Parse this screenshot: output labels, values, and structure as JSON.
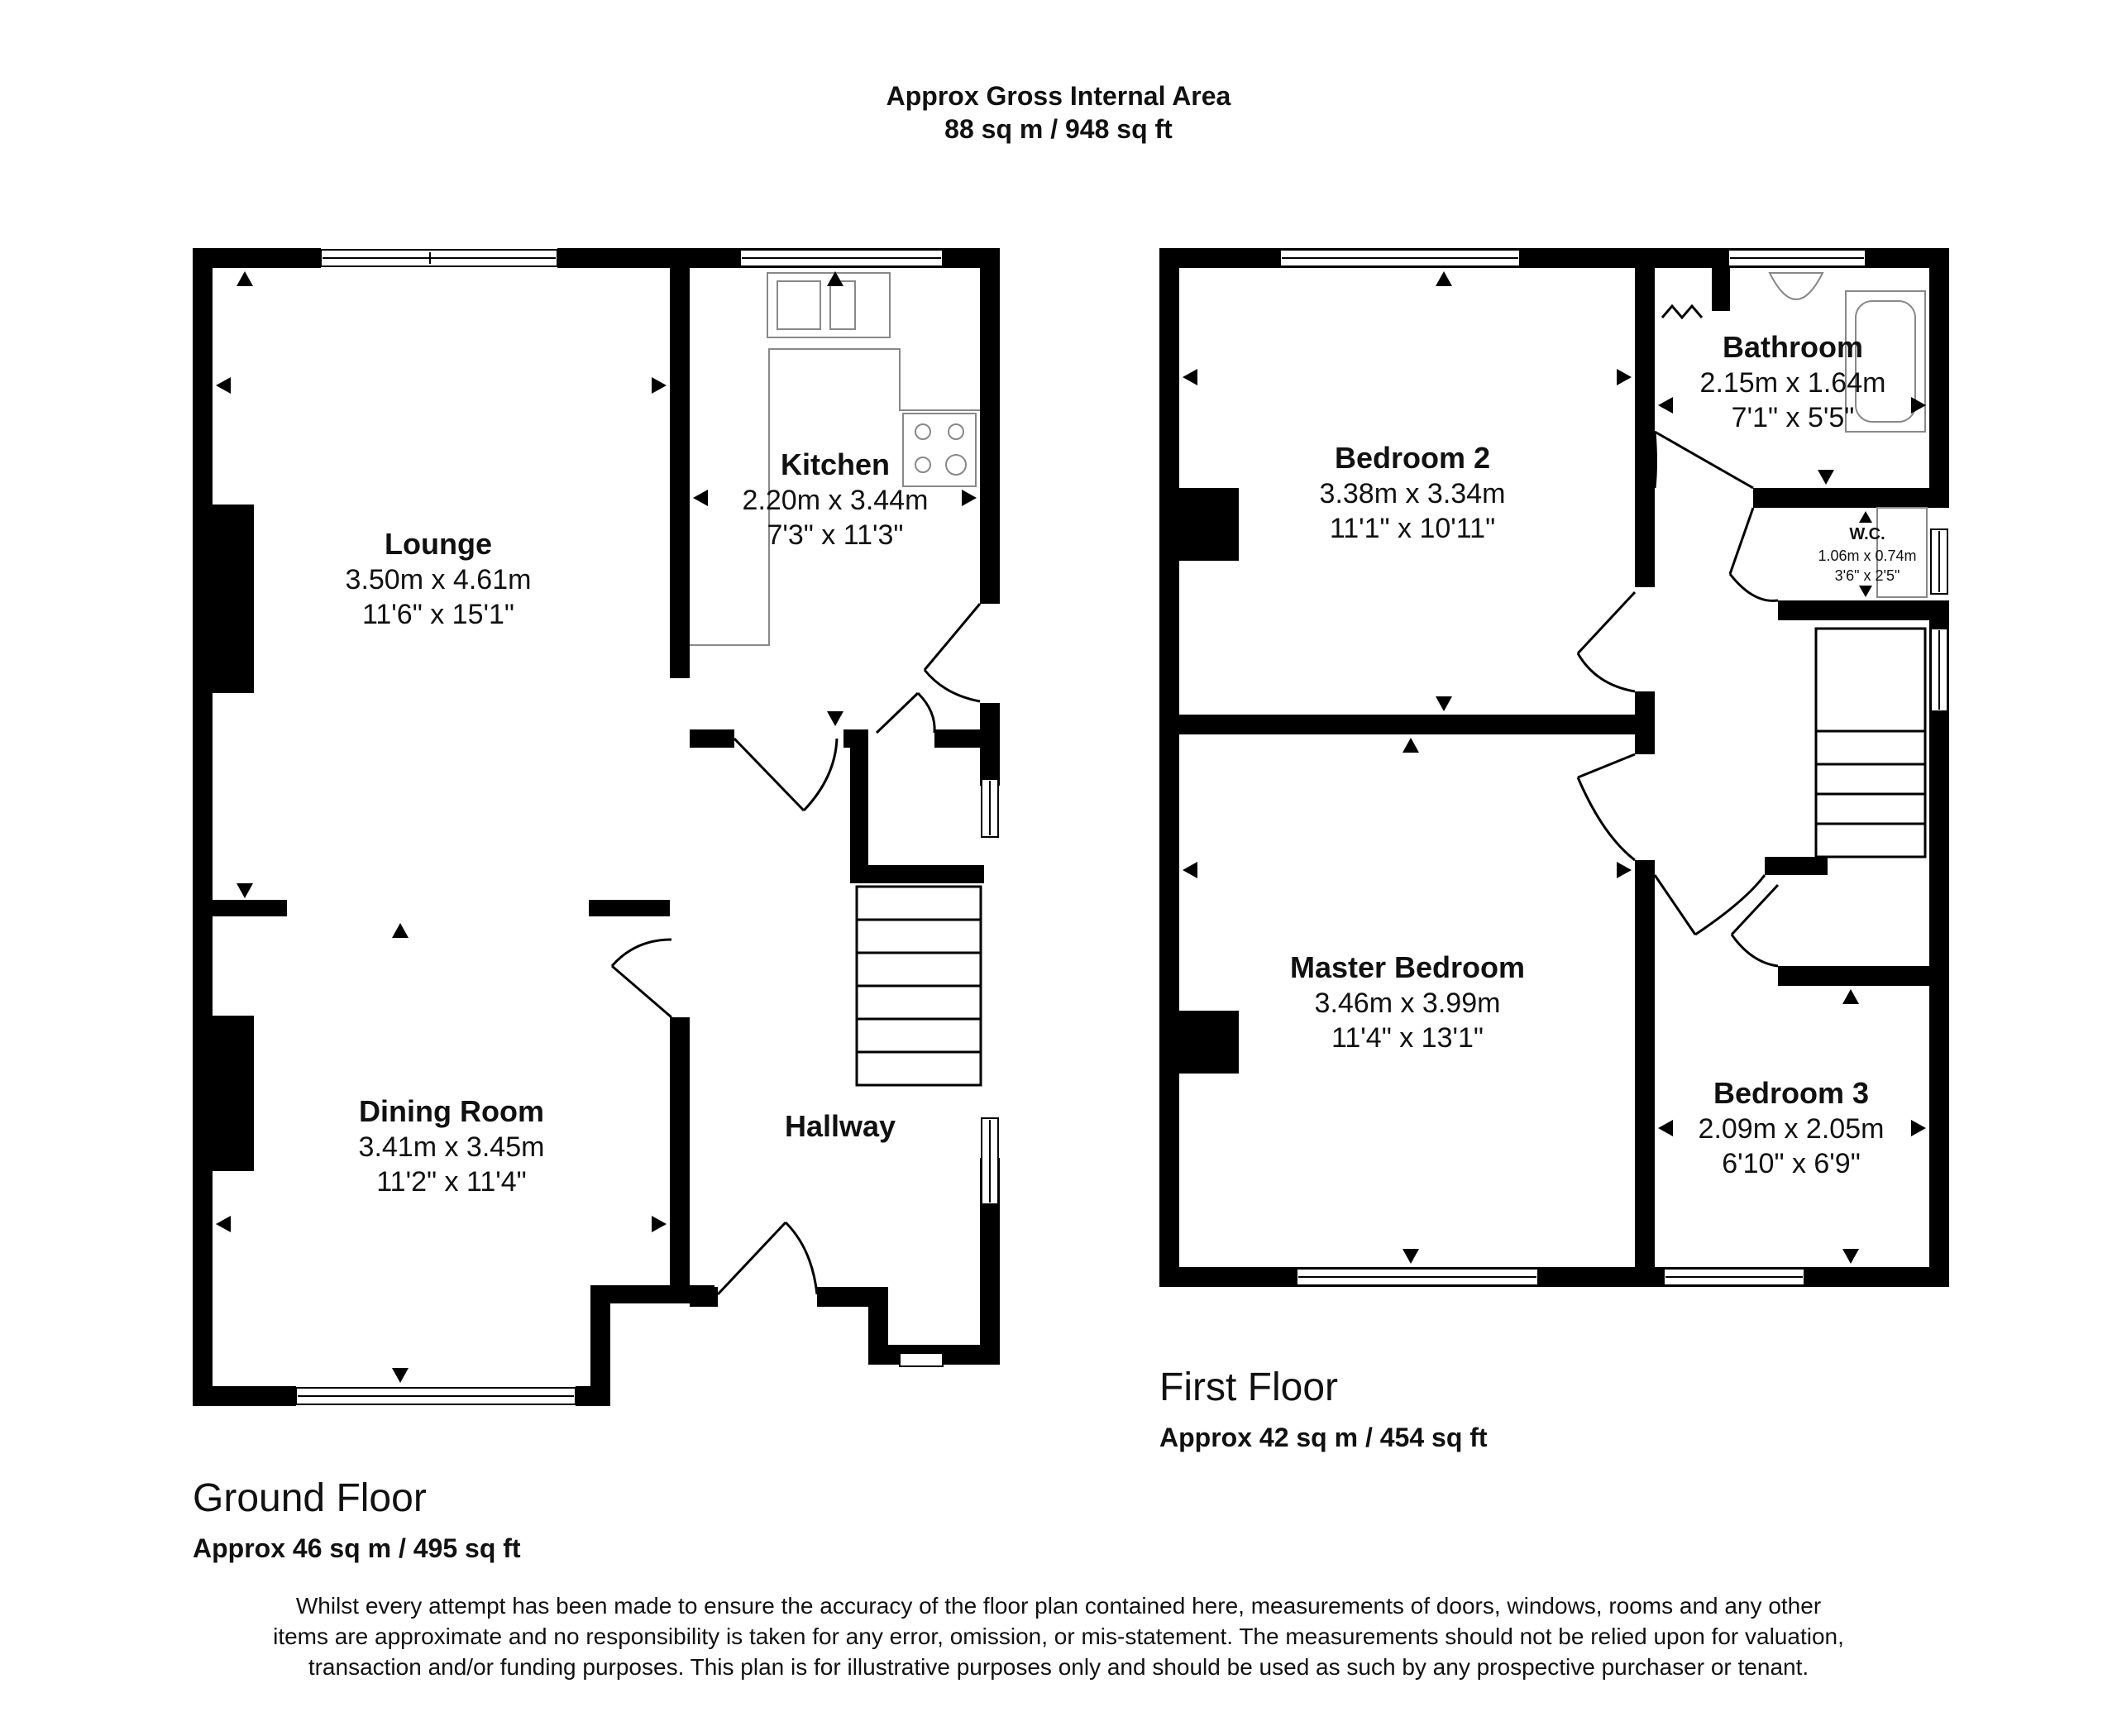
{
  "header": {
    "line1": "Approx Gross Internal Area",
    "line2": "88 sq m / 948 sq ft"
  },
  "ground_floor": {
    "name": "Ground Floor",
    "area": "Approx 46 sq m / 495 sq ft",
    "rooms": [
      {
        "name": "Lounge",
        "metric": "3.50m x 4.61m",
        "imperial": "11'6\" x 15'1\""
      },
      {
        "name": "Kitchen",
        "metric": "2.20m x 3.44m",
        "imperial": "7'3\" x 11'3\""
      },
      {
        "name": "Dining Room",
        "metric": "3.41m x 3.45m",
        "imperial": "11'2\" x 11'4\""
      },
      {
        "name": "Hallway"
      }
    ]
  },
  "first_floor": {
    "name": "First Floor",
    "area": "Approx 42 sq m / 454 sq ft",
    "rooms": [
      {
        "name": "Bedroom 2",
        "metric": "3.38m x 3.34m",
        "imperial": "11'1\" x 10'11\""
      },
      {
        "name": "Bathroom",
        "metric": "2.15m x 1.64m",
        "imperial": "7'1\" x 5'5\""
      },
      {
        "name": "W.C.",
        "metric": "1.06m x 0.74m",
        "imperial": "3'6\" x 2'5\""
      },
      {
        "name": "Master Bedroom",
        "metric": "3.46m x 3.99m",
        "imperial": "11'4\" x 13'1\""
      },
      {
        "name": "Bedroom 3",
        "metric": "2.09m x 2.05m",
        "imperial": "6'10\" x 6'9\""
      }
    ]
  },
  "disclaimer": "Whilst every attempt has been made to ensure the accuracy of the floor plan contained here, measurements of doors, windows, rooms and any other items are approximate and no responsibility is taken for any error, omission, or mis-statement. The measurements should not be relied upon for valuation, transaction and/or funding purposes. This plan is for illustrative purposes only and should be used as such by any prospective purchaser or tenant."
}
